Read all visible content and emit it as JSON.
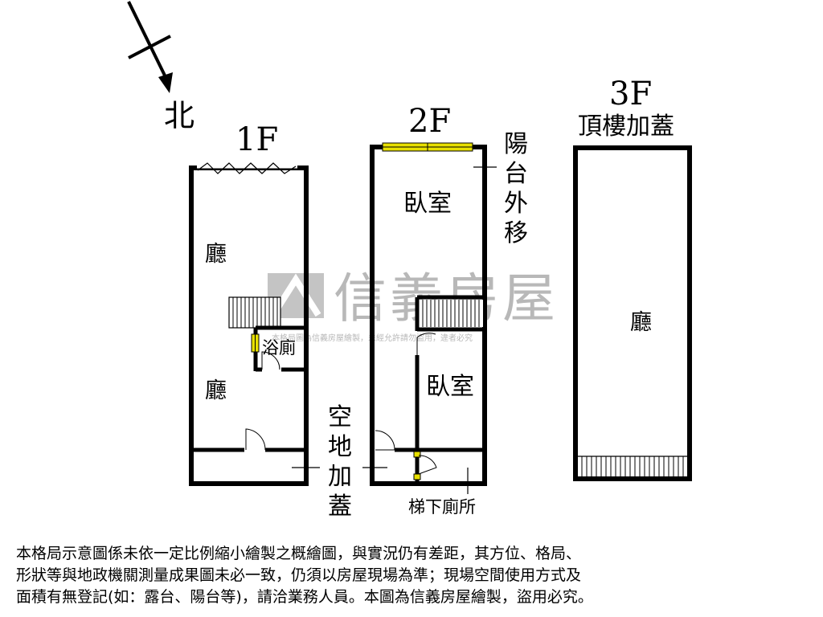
{
  "compass": {
    "north_label": "北"
  },
  "floors": [
    {
      "name": "1F",
      "subtitle": "",
      "rooms": [
        "廳",
        "廳",
        "浴廁"
      ]
    },
    {
      "name": "2F",
      "subtitle": "",
      "rooms": [
        "臥室",
        "臥室"
      ]
    },
    {
      "name": "3F",
      "subtitle": "頂樓加蓋",
      "rooms": [
        "廳"
      ]
    }
  ],
  "annotations": {
    "balcony_moved": [
      "陽",
      "台",
      "外",
      "移"
    ],
    "open_space_added": [
      "空",
      "地",
      "加",
      "蓋"
    ],
    "toilet_under_stairs": "梯下廁所"
  },
  "watermark": {
    "brand": "信義房屋",
    "notice": "本格局圖為信義房屋繪製，未經允許請勿盜用，違者必究"
  },
  "disclaimer": [
    "本格局示意圖係未依一定比例縮小繪製之概繪圖，與實況仍有差距，其方位、格局、",
    "形狀等與地政機關測量成果圖未必一致，仍須以房屋現場為準；現場空間使用方式及",
    "面積有無登記(如：露台、陽台等)，請洽業務人員。本圖為信義房屋繪製，盜用必究。"
  ],
  "colors": {
    "wall": "#000000",
    "window_highlight": "#e8e000",
    "watermark": "#b8b8b8"
  }
}
